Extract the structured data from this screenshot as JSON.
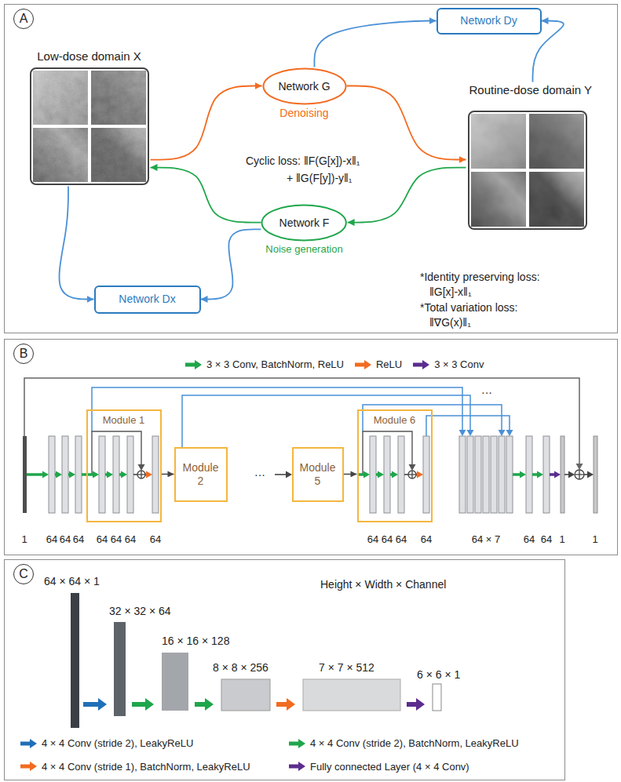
{
  "diagram": {
    "nodes": [
      {
        "text": [
          "A"
        ]
      },
      {
        "text": [
          "Network Dy"
        ],
        "in": 0
      },
      {
        "text": [
          "Low-dose domain X"
        ],
        "in": 0
      },
      {
        "text": [
          "Network G",
          "Denoising"
        ],
        "in": 0
      },
      {
        "text": [
          "Routine-dose domain Y"
        ],
        "in": 0
      },
      {
        "text": [
          "Network F",
          "Noise generation"
        ],
        "in": 0
      },
      {
        "text": [
          "Network Dx"
        ],
        "in": 0
      },
      {
        "text": [
          "B"
        ]
      },
      {
        "text": [
          "Module 1"
        ],
        "in": 7
      },
      {
        "text": [
          "Module 2"
        ],
        "in": 7
      },
      {
        "text": [
          "Module 5"
        ],
        "in": 7
      },
      {
        "text": [
          "Module 6"
        ],
        "in": 7
      },
      {
        "text": [
          "C"
        ]
      }
    ],
    "edges": [
      {
        "from": 2,
        "to": 3,
        "arrow": "to"
      },
      {
        "from": 3,
        "to": 4,
        "arrow": "to"
      },
      {
        "from": 4,
        "to": 5,
        "arrow": "to"
      },
      {
        "from": 5,
        "to": 2,
        "arrow": "to"
      },
      {
        "from": 3,
        "to": 1,
        "arrow": "to"
      },
      {
        "from": 4,
        "to": 1,
        "arrow": "to"
      },
      {
        "from": 2,
        "to": 6,
        "arrow": "to"
      },
      {
        "from": 5,
        "to": 6,
        "arrow": "to"
      },
      {
        "from": 8,
        "to": 9,
        "arrow": "to"
      },
      {
        "from": 10,
        "to": 11,
        "arrow": "to"
      }
    ],
    "labels": [
      "Cyclic loss: ‖F(G[x])-x‖₁",
      "+ ‖G(F[y])-y‖₁",
      "*Identity preserving loss:",
      "‖G[x]-x‖₁",
      "*Total variation loss:",
      "‖∇G(x)‖₁",
      "1",
      "64",
      "64",
      "64",
      "64",
      "64",
      "64",
      "64",
      "···",
      "64",
      "64",
      "64",
      "64",
      "64 × 7",
      "64",
      "64",
      "1",
      "1",
      "···",
      "Height × Width × Channel",
      "64 × 64 × 1",
      "32 × 32 × 64",
      "16 × 16 × 128",
      "8 × 8 × 256",
      "7 × 7 × 512",
      "6 × 6 × 1"
    ],
    "legend": [
      {
        "text": "3 × 3 Conv, BatchNorm, ReLU",
        "color": "#1fa64b"
      },
      {
        "text": "ReLU",
        "color": "#f26b21"
      },
      {
        "text": "3 × 3 Conv",
        "color": "#5b2d8e"
      },
      {
        "text": "4 × 4 Conv (stride 2), LeakyReLU",
        "color": "#1f6fb8"
      },
      {
        "text": "4 × 4 Conv (stride 2), BatchNorm, LeakyReLU",
        "color": "#1fa64b"
      },
      {
        "text": "4 × 4 Conv (stride 1), BatchNorm, LeakyReLU",
        "color": "#f26b21"
      },
      {
        "text": "Fully connected Layer (4 × 4 Conv)",
        "color": "#5b2d8e"
      }
    ]
  }
}
